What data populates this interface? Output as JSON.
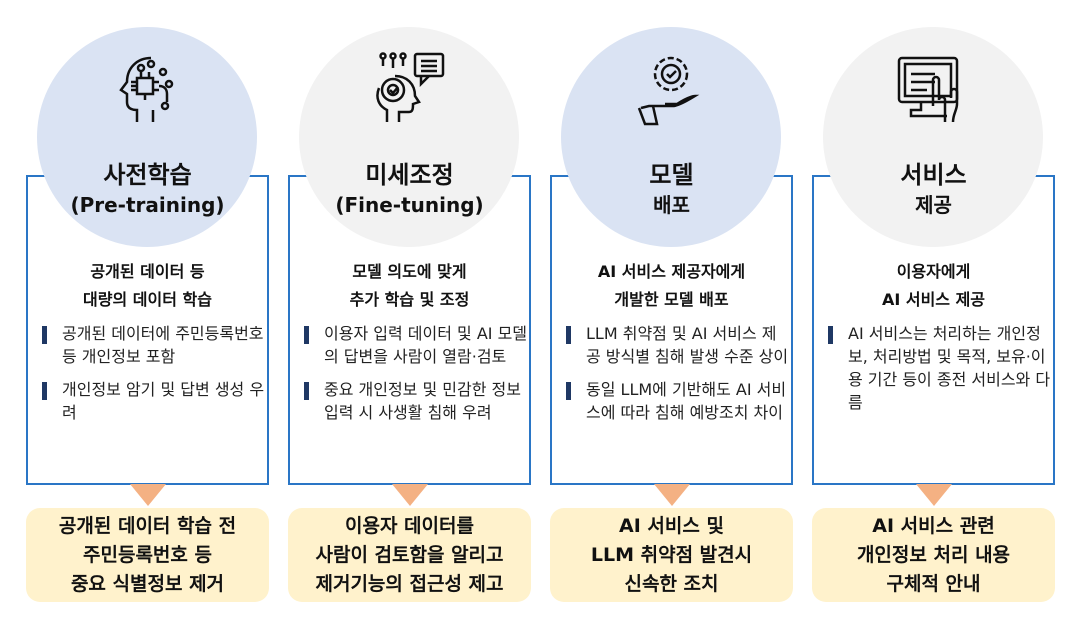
{
  "colors": {
    "border": "#2a76c6",
    "circle_blue": "#dae3f3",
    "circle_gray": "#f2f2f2",
    "arrow": "#f4b183",
    "result_bg": "#fff2cc",
    "bullet": "#1f3864"
  },
  "columns": [
    {
      "icon": "ai-head-chip-icon",
      "title": "사전학습",
      "subtitle": "(Pre-training)",
      "heading": [
        "공개된 데이터 등",
        "대량의 데이터 학습"
      ],
      "bullets": [
        "공개된 데이터에 주민등록번호 등 개인정보 포함",
        "개인정보 암기 및 답변 생성 우려"
      ],
      "result": [
        "공개된 데이터 학습 전",
        "주민등록번호 등",
        "중요 식별정보 제거"
      ]
    },
    {
      "icon": "head-gear-chat-icon",
      "title": "미세조정",
      "subtitle": "(Fine-tuning)",
      "heading": [
        "모델 의도에 맞게",
        "추가 학습 및 조정"
      ],
      "bullets": [
        "이용자 입력 데이터 및 AI 모델의 답변을 사람이 열람·검토",
        "중요 개인정보 및 민감한 정보 입력 시 사생활 침해 우려"
      ],
      "result": [
        "이용자 데이터를",
        "사람이 검토함을 알리고",
        "제거기능의 접근성 제고"
      ]
    },
    {
      "icon": "hand-gear-icon",
      "title": "모델",
      "subtitle": "배포",
      "heading": [
        "AI 서비스 제공자에게",
        "개발한 모델 배포"
      ],
      "bullets": [
        "LLM 취약점 및 AI 서비스 제공 방식별 침해 발생 수준 상이",
        "동일 LLM에 기반해도 AI 서비스에 따라 침해 예방조치 차이"
      ],
      "result": [
        "AI 서비스 및",
        "LLM 취약점 발견시",
        "신속한 조치"
      ]
    },
    {
      "icon": "monitor-touch-icon",
      "title": "서비스",
      "subtitle": "제공",
      "heading": [
        "이용자에게",
        "AI 서비스 제공"
      ],
      "bullets": [
        "AI 서비스는 처리하는 개인정보, 처리방법 및 목적, 보유·이용 기간 등이 종전 서비스와 다름"
      ],
      "result": [
        "AI 서비스 관련",
        "개인정보 처리 내용",
        "구체적 안내"
      ]
    }
  ]
}
